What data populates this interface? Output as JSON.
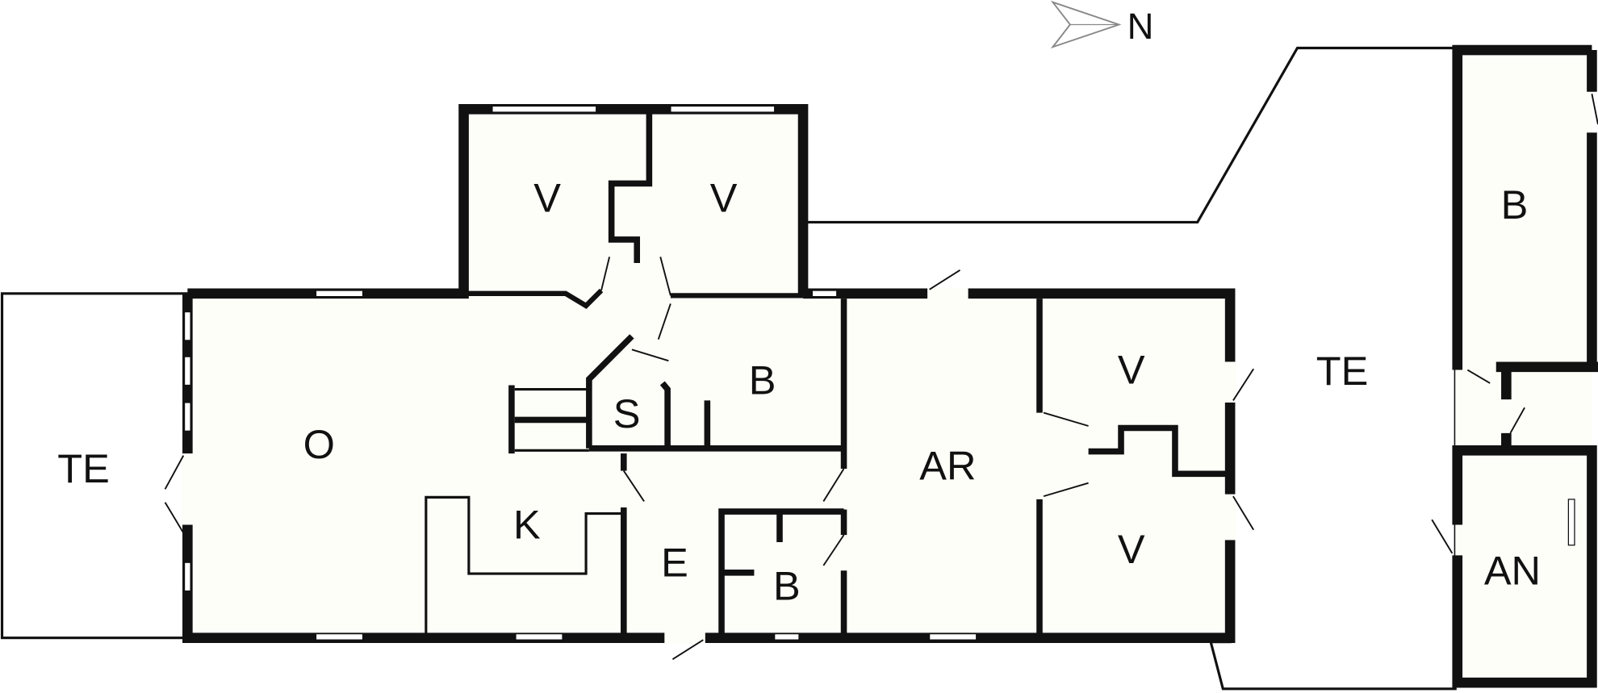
{
  "plan": {
    "north_label": "N",
    "rooms": [
      {
        "id": "terrace-west",
        "label": "TE"
      },
      {
        "id": "living",
        "label": "O"
      },
      {
        "id": "bedroom-1",
        "label": "V"
      },
      {
        "id": "bedroom-2",
        "label": "V"
      },
      {
        "id": "sauna",
        "label": "S"
      },
      {
        "id": "bathroom-1",
        "label": "B"
      },
      {
        "id": "kitchen",
        "label": "K"
      },
      {
        "id": "entrance",
        "label": "E"
      },
      {
        "id": "bathroom-2",
        "label": "B"
      },
      {
        "id": "activity-room",
        "label": "AR"
      },
      {
        "id": "bedroom-3",
        "label": "V"
      },
      {
        "id": "bedroom-4",
        "label": "V"
      },
      {
        "id": "terrace-east",
        "label": "TE"
      },
      {
        "id": "bathroom-3",
        "label": "B"
      },
      {
        "id": "annex",
        "label": "AN"
      }
    ],
    "colors": {
      "wall": "#111111",
      "floor": "#fdfef8"
    }
  }
}
